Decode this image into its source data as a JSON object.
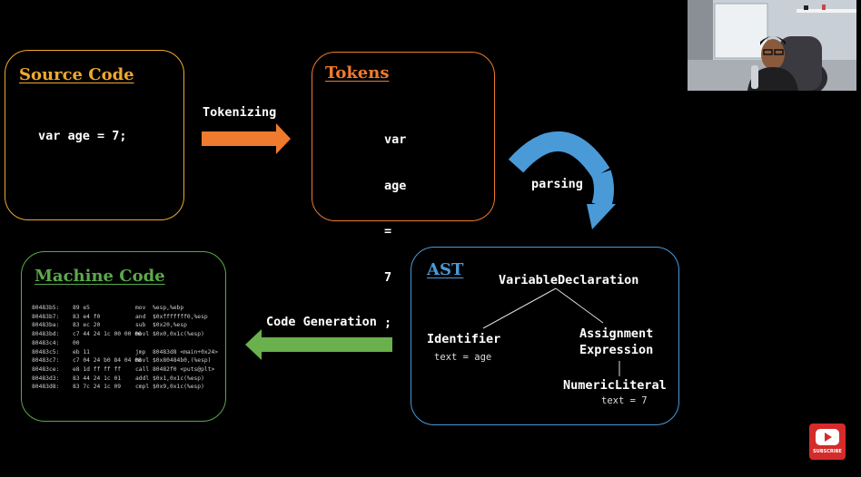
{
  "source": {
    "title": "Source Code",
    "code": "var age = 7;"
  },
  "tokenizing_label": "Tokenizing",
  "tokens": {
    "title": "Tokens",
    "items": [
      "var",
      "age",
      "=",
      "7",
      ";"
    ]
  },
  "parsing_label": "parsing",
  "ast": {
    "title": "AST",
    "root": "VariableDeclaration",
    "identifier": "Identifier",
    "identifier_text": "text = age",
    "assignment_line1": "Assignment",
    "assignment_line2": "Expression",
    "numeric_literal": "NumericLiteral",
    "numeric_text": "text = 7"
  },
  "codegen_label": "Code Generation",
  "machine": {
    "title": "Machine Code",
    "rows": [
      [
        "80483b5:",
        "89 e5",
        "mov",
        "%esp,%ebp"
      ],
      [
        "80483b7:",
        "83 e4 f0",
        "and",
        "$0xfffffff0,%esp"
      ],
      [
        "80483ba:",
        "83 ec 20",
        "sub",
        "$0x20,%esp"
      ],
      [
        "80483bd:",
        "c7 44 24 1c 00 00 00",
        "movl",
        "$0x0,0x1c(%esp)"
      ],
      [
        "80483c4:",
        "00",
        "",
        ""
      ],
      [
        "80483c5:",
        "eb 11",
        "jmp",
        "80483d8 <main+0x24>"
      ],
      [
        "80483c7:",
        "c7 04 24 b0 84 04 08",
        "movl",
        "$0x80484b0,(%esp)"
      ],
      [
        "80483ce:",
        "e8 1d ff ff ff",
        "call",
        "80482f0 <puts@plt>"
      ],
      [
        "80483d3:",
        "83 44 24 1c 01",
        "addl",
        "$0x1,0x1c(%esp)"
      ],
      [
        "80483d8:",
        "83 7c 24 1c 09",
        "cmpl",
        "$0x9,0x1c(%esp)"
      ]
    ]
  },
  "youtube": {
    "label": "SUBSCRIBE"
  },
  "colors": {
    "source": "#f0a830",
    "tokens": "#f07a2e",
    "ast": "#4a9ad8",
    "machine": "#5aaa4a",
    "tokenizing_arrow": "#f07a2e",
    "parsing_arrow": "#4a9ad8",
    "codegen_arrow": "#6ab04c"
  }
}
